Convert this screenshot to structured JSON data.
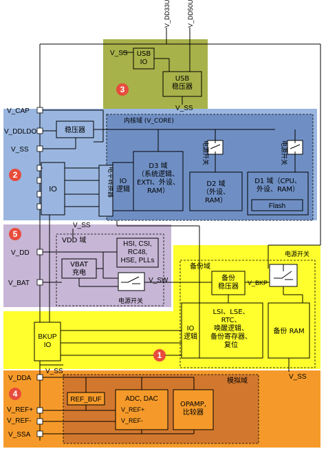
{
  "colors": {
    "usb_region": "#a8b24a",
    "blue_region": "#9ab6e0",
    "core_region": "#6f8fc4",
    "purple_region": "#c7b6d6",
    "yellow_region": "#ffff2e",
    "orange_region": "#f59a2a",
    "analog_inner": "#d2782e",
    "badge": "#e74c3c"
  },
  "top_supplies": {
    "vdd33usb": "V_DD33USB",
    "vdd50usb": "V_DD50USB"
  },
  "usb": {
    "vss": "V_SS",
    "io_label": "USB\nIO",
    "reg_label": "USB\n稳压器",
    "vss_bottom": "V_SS",
    "badge": "3"
  },
  "left_pins": {
    "vcap": "V_CAP",
    "vddldo": "V_DDLDO",
    "vss1": "V_SS",
    "vdd": "V_DD",
    "vbat": "V_BAT",
    "vdda": "V_DDA",
    "vrefp": "V_REF+",
    "vrefm": "V_REF-",
    "vssa": "V_SSA"
  },
  "core": {
    "title": "内核域 (V_CORE)",
    "regulator": "稳压器",
    "io": "IO",
    "level_shifter": "电平转换器",
    "io_logic": "IO\n逻辑",
    "d3": "D3 域\n（系统逻辑、\nEXTI、外设、\nRAM）",
    "d2": "D2 域\n（外设、\nRAM）",
    "d1": "D1 域（CPU、\n外设、RAM）",
    "flash": "Flash",
    "power_switch_1": "电源开关",
    "power_switch_2": "电源开关",
    "badge": "2"
  },
  "vdd_domain": {
    "vss": "V_SS",
    "title": "VDD 域",
    "osc": "HSI, CSI,\nRC48,\nHSE, PLLs",
    "vbat_charge": "VBAT\n充电",
    "power_switch": "电源开关",
    "vsw": "V_SW",
    "badge": "5"
  },
  "backup": {
    "power_switch": "电源开关",
    "title": "备份域",
    "regulator": "备份\n稳压器",
    "vbkp": "V_BKP",
    "lsi": "LSI、LSE、\nRTC、\n唤醒逻辑、\n备份寄存器、\n复位",
    "io_logic": "IO\n逻辑",
    "ram": "备份 RAM",
    "vss": "V_SS",
    "bkup_io": "BKUP\nIO",
    "vss_mid": "V_SS",
    "badge": "1"
  },
  "analog": {
    "title": "模拟域",
    "ref_buf": "REF_BUF",
    "adc": "ADC, DAC",
    "adc_vrefp": "V_REF+",
    "adc_vrefm": "V_REF-",
    "opamp": "OPAMP,\n比较器",
    "badge": "4"
  }
}
